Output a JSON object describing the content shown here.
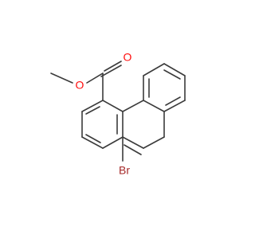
{
  "molecule": {
    "atoms": [
      {
        "id": "O_ether",
        "text": "O",
        "color": "#ff0d0d"
      },
      {
        "id": "O_carbonyl",
        "text": "O",
        "color": "#ff0d0d"
      },
      {
        "id": "Br",
        "text": "Br",
        "color": "#a62929"
      }
    ],
    "bond_color": "#3b3b3b",
    "background": "#ffffff"
  }
}
